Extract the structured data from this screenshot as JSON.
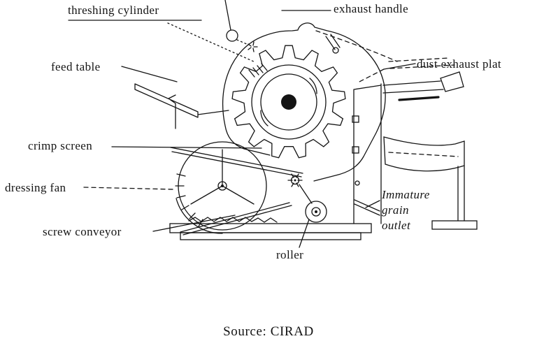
{
  "colors": {
    "ink": "#141414",
    "background": "#ffffff"
  },
  "labels": {
    "threshing_cylinder": "threshing cylinder",
    "exhaust_handle": "exhaust handle",
    "feed_table": "feed table",
    "dust_exhaust_plat": "dust exhaust plat",
    "crimp_screen": "crimp screen",
    "dressing_fan": "dressing fan",
    "screw_conveyor": "screw conveyor",
    "roller": "roller",
    "immature_grain_outlet": [
      "Immature",
      "grain",
      "outlet"
    ]
  },
  "source": "Source: CIRAD"
}
